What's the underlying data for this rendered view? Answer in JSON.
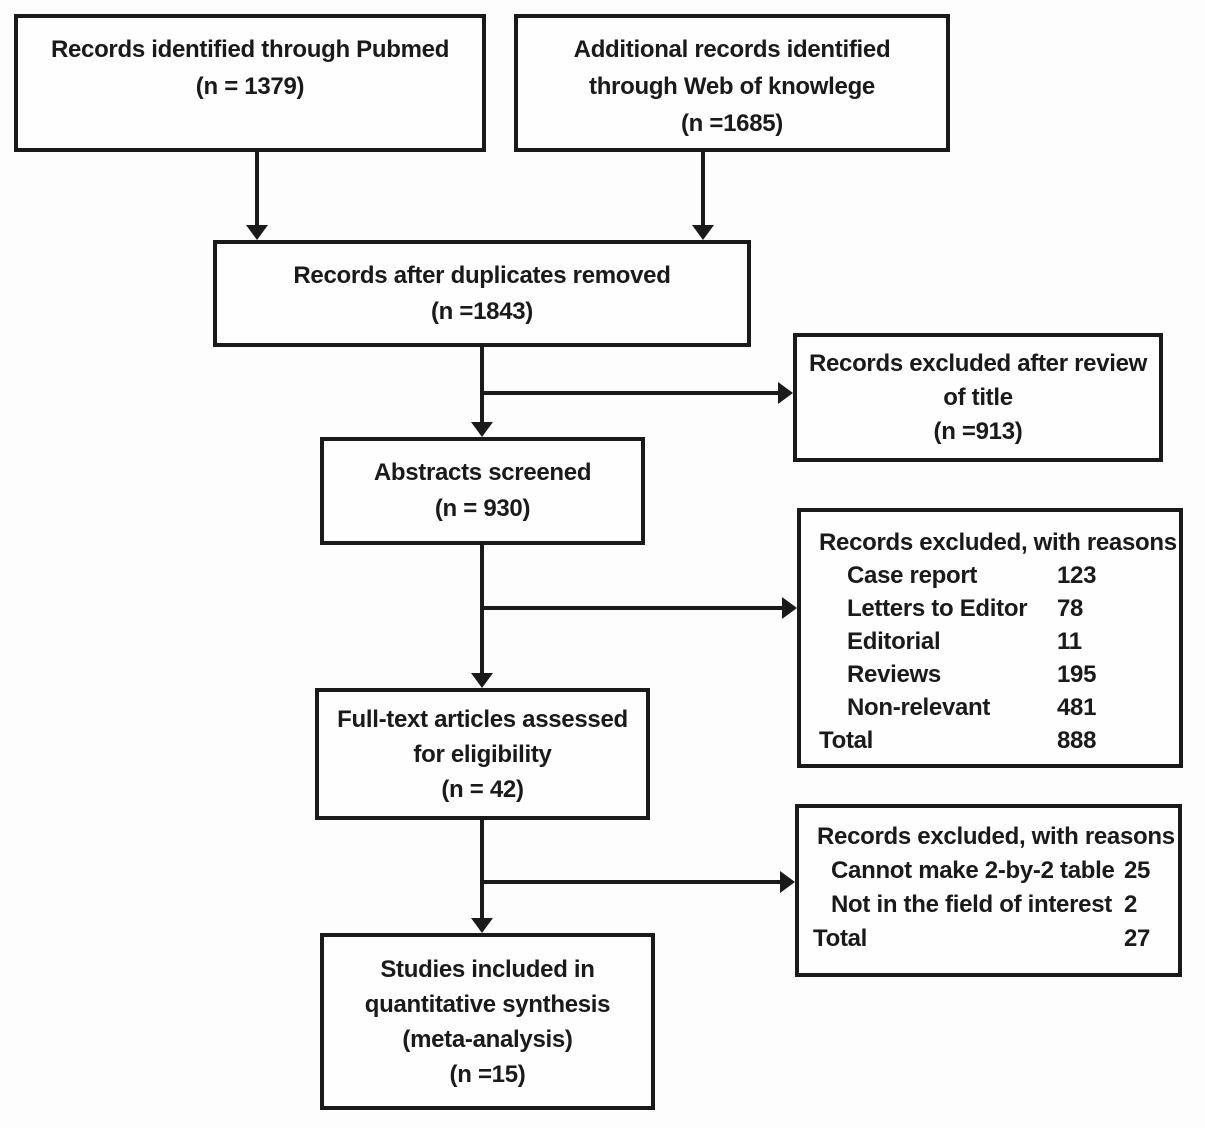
{
  "diagram": {
    "title_semantic": "PRISMA study selection flow diagram",
    "colors": {
      "line": "#1a1a1a",
      "background": "#fdfdfd",
      "box_background": "#fefefe"
    },
    "boxes": {
      "pubmed": {
        "line1": "Records identified through Pubmed",
        "line2": "(n = 1379)"
      },
      "web_of_knowledge": {
        "line1": "Additional records identified",
        "line2": "through Web of knowlege",
        "line3": "(n =1685)"
      },
      "duplicates_removed": {
        "line1": "Records after duplicates removed",
        "line2": "(n =1843)"
      },
      "excluded_title_review": {
        "line1": "Records excluded after review",
        "line2": "of title",
        "line3": "(n =913)"
      },
      "abstracts_screened": {
        "line1": "Abstracts screened",
        "line2": "(n = 930)"
      },
      "excluded_abstract": {
        "title": "Records excluded, with reasons",
        "rows": [
          {
            "label": "Case report",
            "value": "123"
          },
          {
            "label": "Letters to Editor",
            "value": "78"
          },
          {
            "label": "Editorial",
            "value": "11"
          },
          {
            "label": "Reviews",
            "value": "195"
          },
          {
            "label": "Non-relevant",
            "value": "481"
          }
        ],
        "total_label": "Total",
        "total_value": "888"
      },
      "fulltext_assessed": {
        "line1": "Full-text articles assessed",
        "line2": "for eligibility",
        "line3": "(n = 42)"
      },
      "excluded_fulltext": {
        "title": "Records excluded, with reasons",
        "rows": [
          {
            "label": "Cannot make 2-by-2 table",
            "value": "25"
          },
          {
            "label": "Not in the field of interest",
            "value": "2"
          }
        ],
        "total_label": "Total",
        "total_value": "27"
      },
      "studies_included": {
        "line1": "Studies included in",
        "line2": "quantitative synthesis",
        "line3": "(meta-analysis)",
        "line4": "(n =15)"
      }
    }
  }
}
